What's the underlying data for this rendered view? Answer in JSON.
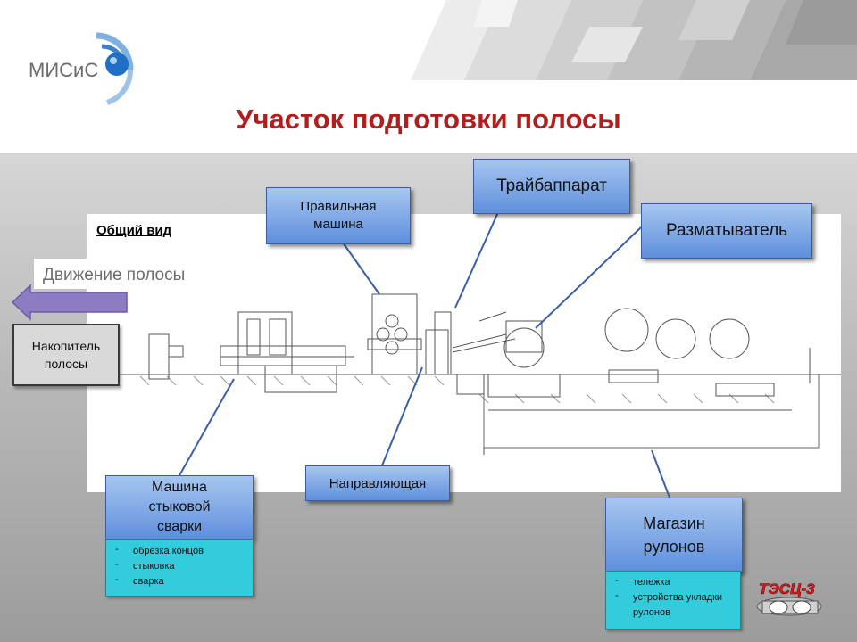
{
  "title": "Участок подготовки полосы",
  "logo_text": "МИСиС",
  "drawing_heading": "Общий вид",
  "motion_label": "Движение полосы",
  "accumulator": {
    "line1": "Накопитель",
    "line2": "полосы"
  },
  "labels": {
    "straightening": {
      "line1": "Правильная",
      "line2": "машина"
    },
    "pinch_roll": "Трайбаппарат",
    "uncoiler": "Разматыватель",
    "guide": "Направляющая"
  },
  "welding": {
    "line1": "Машина",
    "line2": "стыковой",
    "line3": "сварки",
    "items": [
      "обрезка концов",
      "стыковка",
      "сварка"
    ]
  },
  "coil_store": {
    "line1": "Магазин",
    "line2": "рулонов",
    "items": [
      "тележка",
      "устройства укладки рулонов"
    ]
  },
  "tesc_logo_text": "ТЭСЦ-3",
  "colors": {
    "title": "#b01e1e",
    "label_box": "#7fa8e8",
    "list_box": "#33ccdd",
    "arrow": "#8e7cc3"
  }
}
